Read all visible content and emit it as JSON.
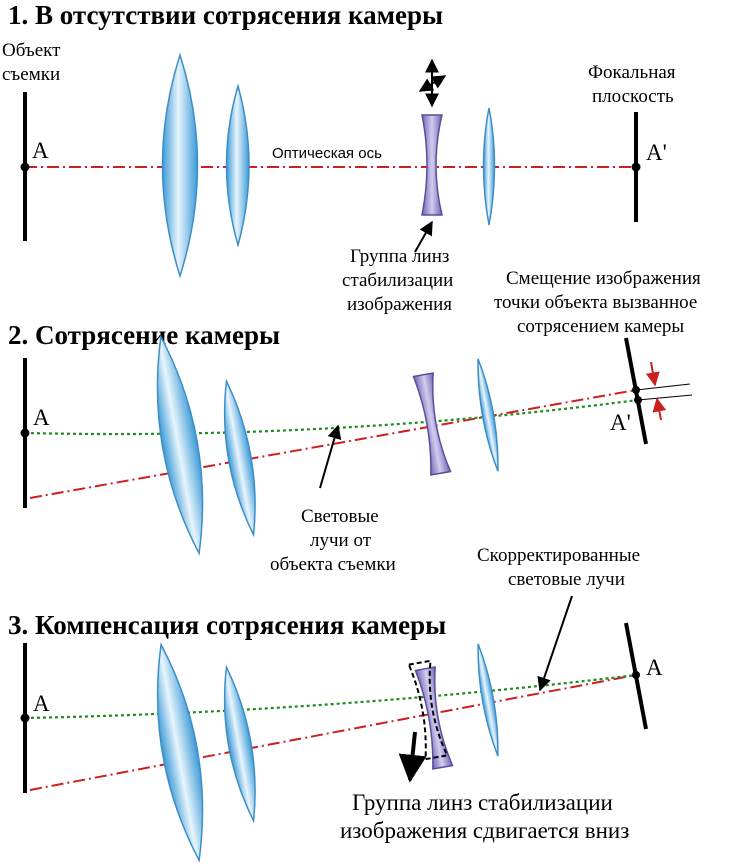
{
  "colors": {
    "lens_fill": "#5fb4e6",
    "lens_stroke": "#3a8fc8",
    "stab_fill": "#9d95cf",
    "stab_stroke": "#5b4e9d",
    "axis": "#cc1f1f",
    "rays": "#1e8c1e",
    "arrow": "#000000"
  },
  "section1": {
    "title": "1. В отсутствии сотрясения камеры",
    "object_label_1": "Объект",
    "object_label_2": "съемки",
    "point_a": "A",
    "focal_label_1": "Фокальная",
    "focal_label_2": "плоскость",
    "point_a_prime": "A'",
    "axis_label": "Оптическая ось",
    "stab_label_1": "Группа линз",
    "stab_label_2": "стабилизации",
    "stab_label_3": "изображения"
  },
  "section2": {
    "title": "2. Сотрясение камеры",
    "point_a": "A",
    "point_a_prime": "A'",
    "shift_label_1": "Смещение изображения",
    "shift_label_2": "точки объекта вызванное",
    "shift_label_3": "сотрясением камеры",
    "rays_label_1": "Световые",
    "rays_label_2": "лучи от",
    "rays_label_3": "объекта съемки"
  },
  "section3": {
    "title": "3. Компенсация сотрясения камеры",
    "point_a": "A",
    "point_a_right": "A",
    "corrected_label_1": "Скорректированные",
    "corrected_label_2": "световые лучи",
    "moves_label_1": "Группа линз стабилизации",
    "moves_label_2": "изображения сдвигается вниз"
  }
}
